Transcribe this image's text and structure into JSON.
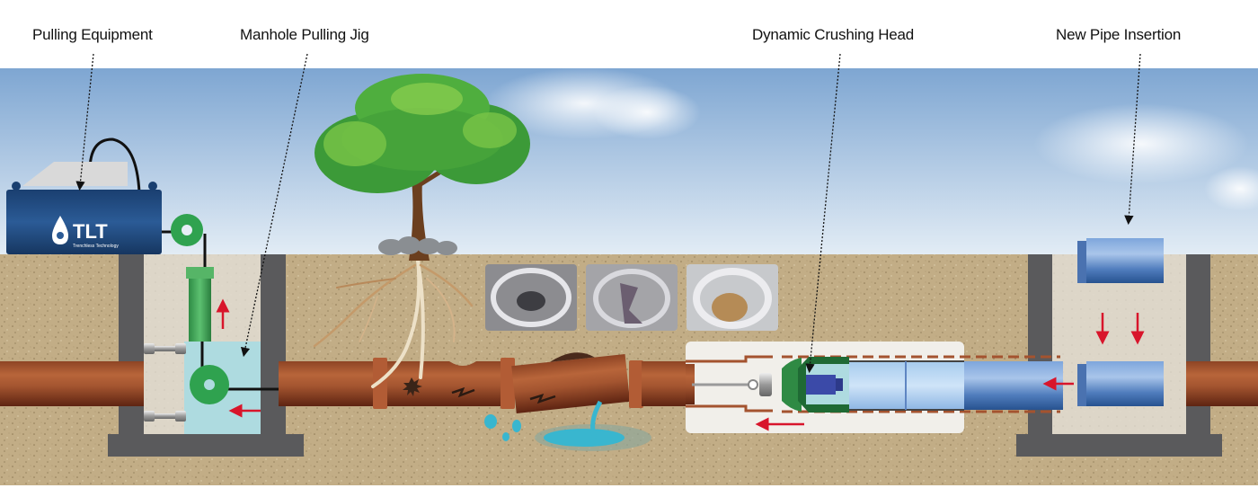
{
  "labels": [
    {
      "id": "pulling-equipment",
      "text": "Pulling Equipment"
    },
    {
      "id": "manhole-pulling-jig",
      "text": "Manhole Pulling Jig"
    },
    {
      "id": "dynamic-crushing-head",
      "text": "Dynamic Crushing Head"
    },
    {
      "id": "new-pipe-insertion",
      "text": "New Pipe Insertion"
    }
  ],
  "logo": {
    "brand": "TLT",
    "tagline": "Trenchless Technology"
  },
  "inspection_photos": [
    {
      "name": "pipe-photo-deformed"
    },
    {
      "name": "pipe-photo-broken"
    },
    {
      "name": "pipe-photo-root-blockage"
    }
  ],
  "colors": {
    "sky_top": "#7ea6d2",
    "sky_bottom": "#dfeaf4",
    "soil": "#c2ad86",
    "concrete": "#5a5a5c",
    "manhole_fill": "#ddd6c8",
    "old_pipe": "#a4532f",
    "new_pipe": "#5a86c4",
    "jig_water": "#aedbe0",
    "green_part": "#2fa24f",
    "arrow_red": "#d8152b",
    "machine_blue": "#1f4b82"
  }
}
